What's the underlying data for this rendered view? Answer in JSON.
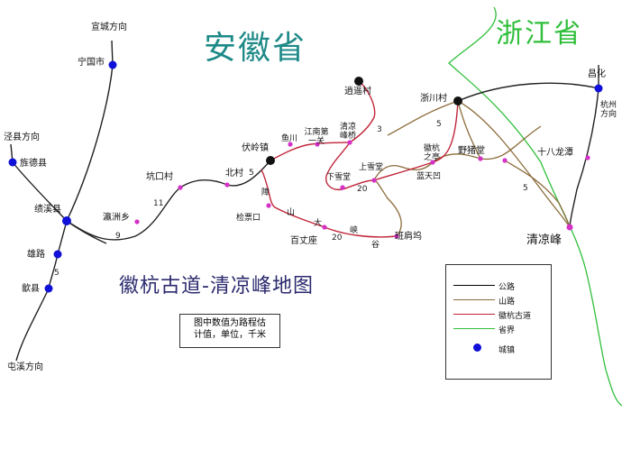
{
  "provinces": {
    "anhui": "安徽省",
    "zhejiang": "浙江省"
  },
  "title": "徽杭古道-清凉峰地图",
  "note": [
    "图中数值为路程估",
    "计值，单位，千米"
  ],
  "legend": [
    {
      "label": "公路",
      "color": "#000000",
      "kind": "line"
    },
    {
      "label": "山路",
      "color": "#8b6b3a",
      "kind": "line"
    },
    {
      "label": "徽杭古道",
      "color": "#c0253a",
      "kind": "line"
    },
    {
      "label": "省界",
      "color": "#2fbf3a",
      "kind": "line"
    },
    {
      "label": "城镇",
      "color": "#1010d8",
      "kind": "dot"
    }
  ],
  "places": {
    "xuancheng_dir": "宣城方向",
    "ningguo": "宁国市",
    "jingxian_dir": "泾县方向",
    "jingde": "旌德县",
    "jixi": "绩溪县",
    "xionglu": "雄路",
    "shexian": "歙县",
    "tunxi_dir": "屯溪方向",
    "linzhou": "瀛洲乡",
    "kengkou": "坑口村",
    "beicun": "北村",
    "fuling": "伏岭镇",
    "yuchuan": "鱼川",
    "jiangnan": "江南第一关",
    "qingliang_bridge": "清凉峰桥",
    "xiaoyao": "逍遥村",
    "zhechuan": "浙川村",
    "changhua": "昌化",
    "hangzhou_dir": "杭州方向",
    "shibalongtan": "十八龙潭",
    "yezhutang": "野猪堂",
    "huihang": "徽杭之亭",
    "shangxuetang": "上雪堂",
    "xiaxuetang": "下雪堂",
    "lantianao": "蓝天凹",
    "banjianwu": "班肩坞",
    "baizhangzuo": "百丈座",
    "jipiaokou": "检票口",
    "qingliangfeng": "清凉峰",
    "canyon": "障山大峡谷"
  },
  "distances": {
    "d9": "9",
    "d11": "11",
    "d5a": "5",
    "d20a": "20",
    "d20b": "20",
    "d3": "3",
    "d5b": "5",
    "d5c": "5",
    "d5d": "5"
  }
}
